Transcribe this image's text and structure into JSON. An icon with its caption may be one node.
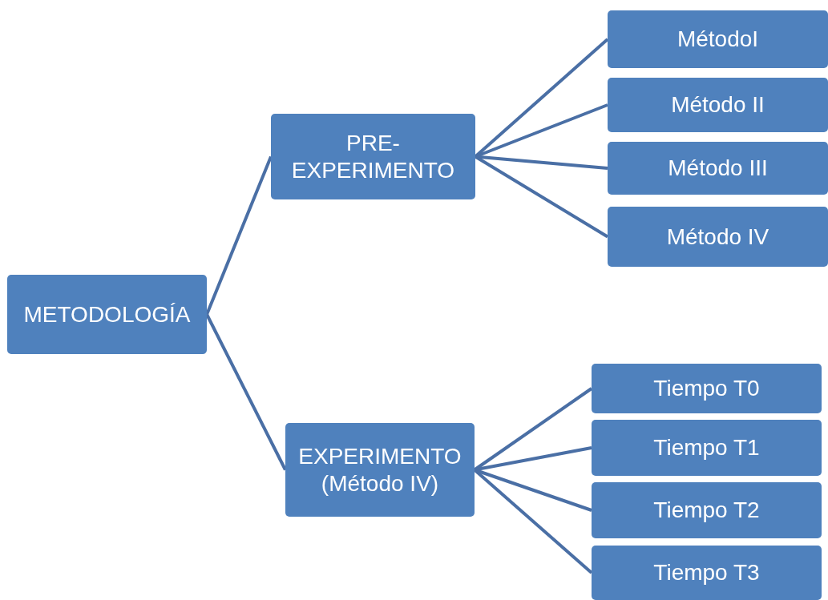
{
  "diagram": {
    "nodes": [
      {
        "text": [
          "METODOLOGÍA"
        ]
      },
      {
        "text": [
          "PRE-EXPERIMENTO"
        ]
      },
      {
        "text": [
          "EXPERIMENTO (Método IV)"
        ]
      },
      {
        "text": [
          "MétodoI"
        ]
      },
      {
        "text": [
          "Método II"
        ]
      },
      {
        "text": [
          "Método III"
        ]
      },
      {
        "text": [
          "Método IV"
        ]
      },
      {
        "text": [
          "Tiempo T0"
        ]
      },
      {
        "text": [
          "Tiempo T1"
        ]
      },
      {
        "text": [
          "Tiempo T2"
        ]
      },
      {
        "text": [
          "Tiempo T3"
        ]
      }
    ],
    "edges": [
      {
        "from": 0,
        "to": 1,
        "arrow": "none"
      },
      {
        "from": 0,
        "to": 2,
        "arrow": "none"
      },
      {
        "from": 1,
        "to": 3,
        "arrow": "none"
      },
      {
        "from": 1,
        "to": 4,
        "arrow": "none"
      },
      {
        "from": 1,
        "to": 5,
        "arrow": "none"
      },
      {
        "from": 1,
        "to": 6,
        "arrow": "none"
      },
      {
        "from": 2,
        "to": 7,
        "arrow": "none"
      },
      {
        "from": 2,
        "to": 8,
        "arrow": "none"
      },
      {
        "from": 2,
        "to": 9,
        "arrow": "none"
      },
      {
        "from": 2,
        "to": 10,
        "arrow": "none"
      }
    ]
  }
}
